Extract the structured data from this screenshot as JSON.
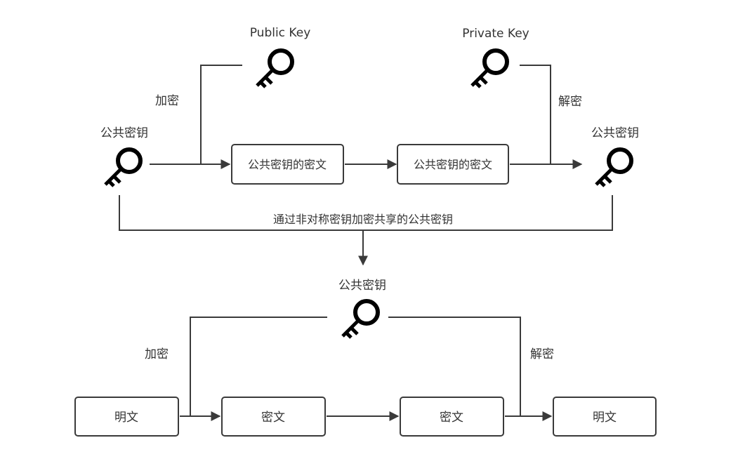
{
  "top": {
    "public_key_label": "Public Key",
    "private_key_label": "Private Key",
    "encrypt_label": "加密",
    "decrypt_label": "解密",
    "shared_key_left_label": "公共密钥",
    "shared_key_right_label": "公共密钥",
    "ciphertext_box_1": "公共密钥的密文",
    "ciphertext_box_2": "公共密钥的密文"
  },
  "middle": {
    "exchange_label": "通过非对称密钥加密共享的公共密钥"
  },
  "bottom": {
    "shared_key_label": "公共密钥",
    "encrypt_label": "加密",
    "decrypt_label": "解密",
    "plaintext_box_1": "明文",
    "ciphertext_box_1": "密文",
    "ciphertext_box_2": "密文",
    "plaintext_box_2": "明文"
  },
  "colors": {
    "line": "#3a3a3a",
    "key": "#000000",
    "text": "#333333",
    "box_border": "#3a3a3a",
    "background": "#ffffff"
  },
  "icons": [
    "key-icon"
  ]
}
